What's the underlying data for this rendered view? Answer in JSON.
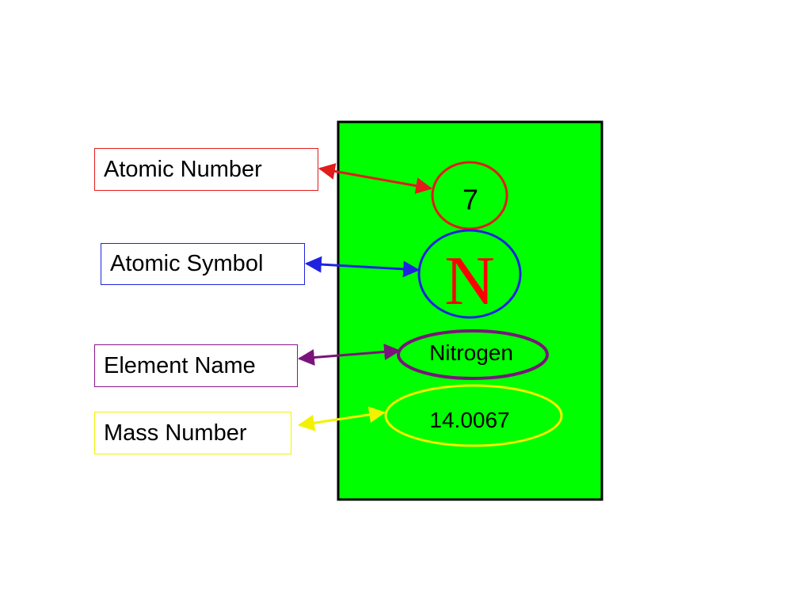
{
  "labels": {
    "atomic_number": "Atomic Number",
    "atomic_symbol": "Atomic Symbol",
    "element_name": "Element Name",
    "mass_number": "Mass Number"
  },
  "element": {
    "atomic_number": "7",
    "symbol": "N",
    "name": "Nitrogen",
    "mass": "14.0067"
  },
  "colors": {
    "card_background": "#00ff00",
    "atomic_number": "#e31b1b",
    "atomic_symbol": "#1f23e0",
    "element_name": "#7a147a",
    "mass_number": "#f2f200",
    "symbol_text": "#ff0000"
  }
}
